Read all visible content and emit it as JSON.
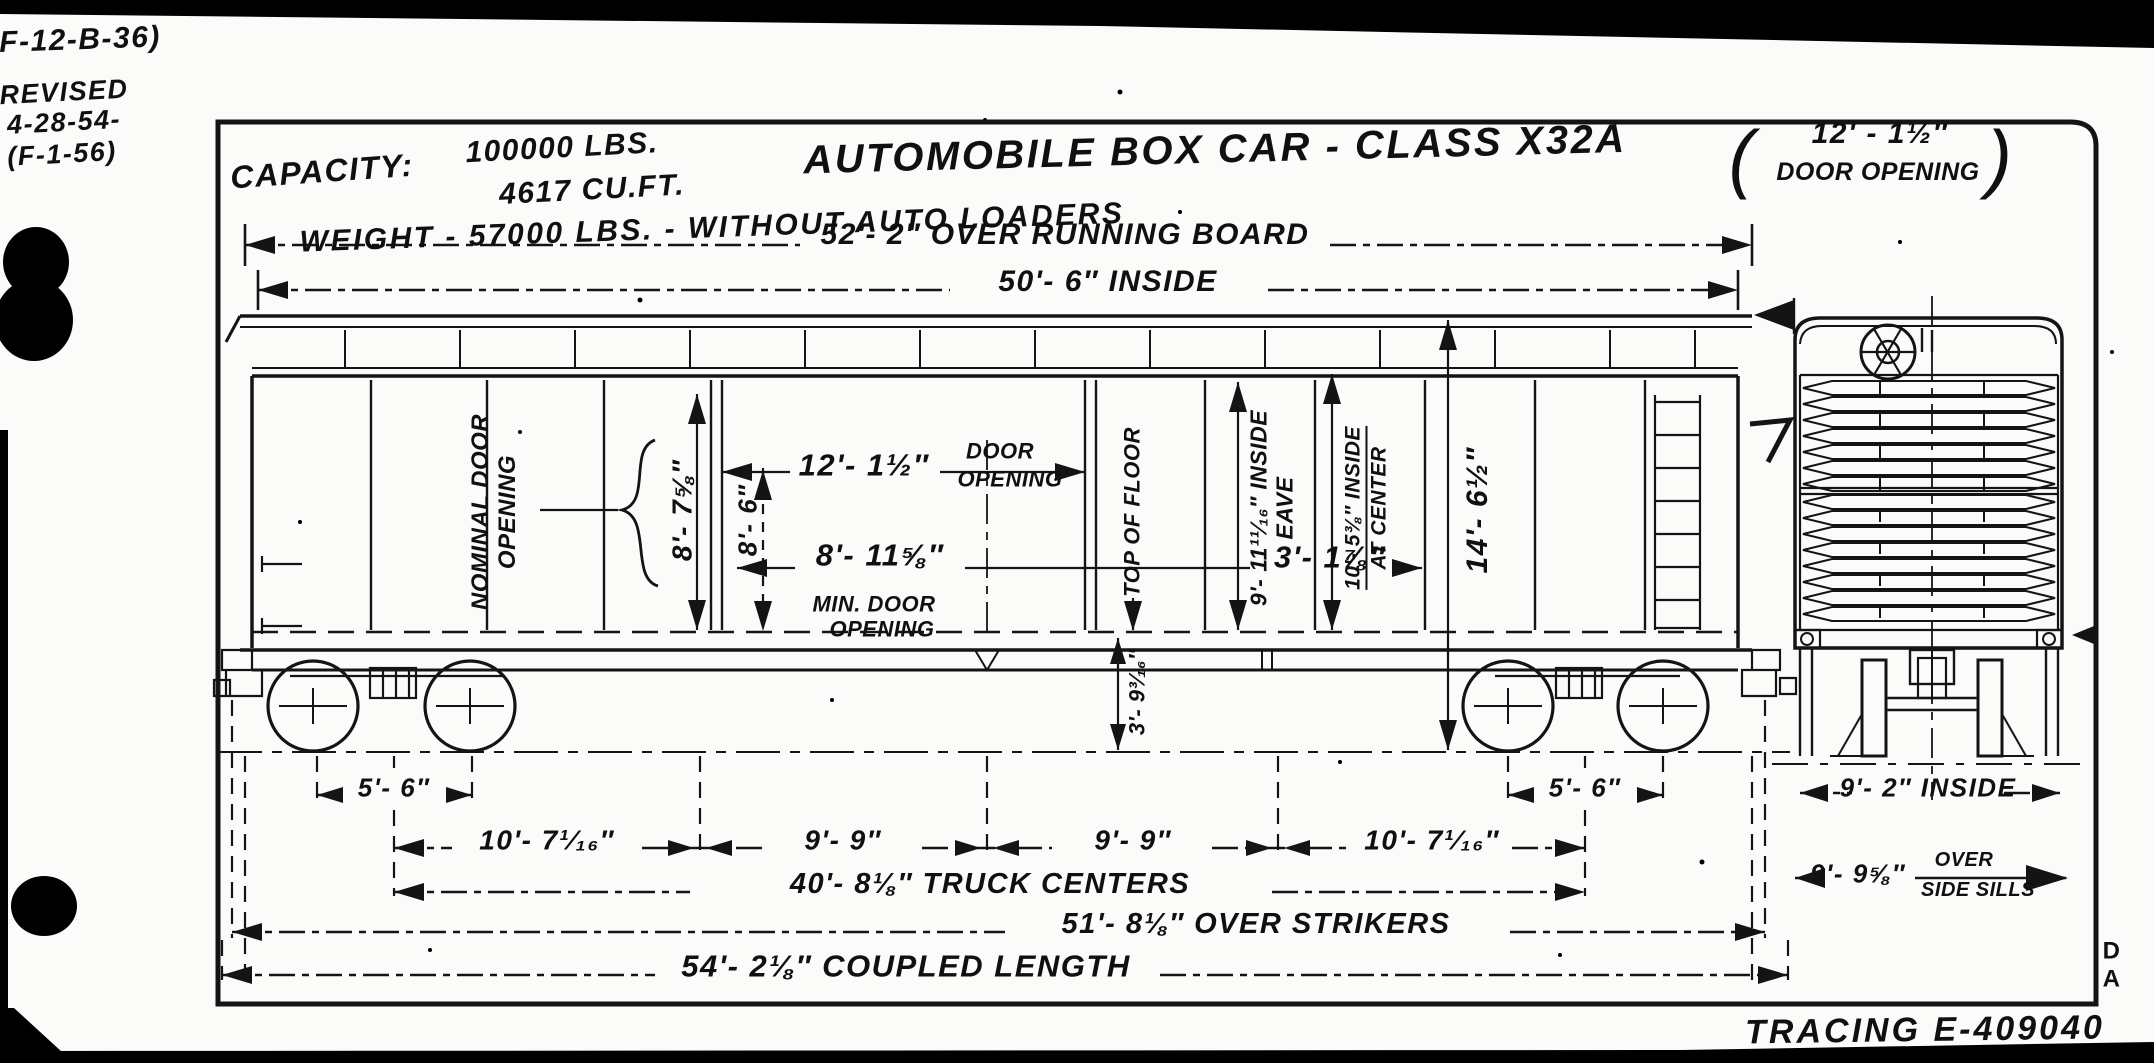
{
  "margin": {
    "ref": "F-12-B-36)",
    "revised": "REVISED",
    "revised_date": "4-28-54-",
    "revised_ref": "(F-1-56)"
  },
  "header": {
    "capacity_label": "CAPACITY:",
    "capacity_weight": "100000 LBS.",
    "capacity_volume": "4617 CU.FT.",
    "title": "AUTOMOBILE BOX CAR - CLASS X32A",
    "paren_open": "(",
    "paren_close": ")",
    "door_note_dim": "12' - 1½″",
    "door_note_label": "DOOR OPENING",
    "weight_line": "WEIGHT -  57000 LBS. - WITHOUT AUTO LOADERS"
  },
  "dims": {
    "over_running_board": "52'- 2″ OVER RUNNING BOARD",
    "inside_length": "50'- 6″ INSIDE",
    "nominal_door_1": "NOMINAL DOOR",
    "nominal_door_2": "OPENING",
    "door_height": "8'- 7⅝″",
    "min_door_height": "8'- 6″",
    "door_width": "12'- 1½″",
    "door_width_label_1": "DOOR",
    "door_width_label_2": "OPENING",
    "min_door_width": "8'- 11⅝″",
    "door_side": "3'- 1⅞″",
    "min_door_label_1": "MIN. DOOR",
    "min_door_label_2": "OPENING",
    "top_of_floor": "TOP OF FLOOR",
    "inside_eave_1": "9'- 11¹¹⁄₁₆″ INSIDE",
    "inside_eave_2": "EAVE",
    "inside_center_1": "10'- 5⅜″ INSIDE",
    "inside_center_2": "AT CENTER",
    "overall_height": "14'- 6½″",
    "floor_to_rail": "3'- 9³⁄₁₆″",
    "truck_wheelbase_left": "5'- 6″",
    "truck_wheelbase_right": "5'- 6″",
    "end_to_truck_left": "10'- 7¹⁄₁₆″",
    "truck_to_center_left": "9'- 9″",
    "truck_to_center_right": "9'- 9″",
    "end_to_truck_right": "10'- 7¹⁄₁₆″",
    "truck_centers": "40'- 8⅛″ TRUCK CENTERS",
    "over_strikers": "51'- 8⅛″ OVER STRIKERS",
    "coupled_length": "54'- 2⅛″ COUPLED LENGTH",
    "end_inside_width": "9'- 2″ INSIDE",
    "over_side_sills_dim": "9'- 9⅝″",
    "over_side_sills_1": "OVER",
    "over_side_sills_2": "SIDE SILLS"
  },
  "footer": {
    "tracing": "TRACING E-409040",
    "corner_letter_top": "D",
    "corner_letter_bottom": "A"
  }
}
